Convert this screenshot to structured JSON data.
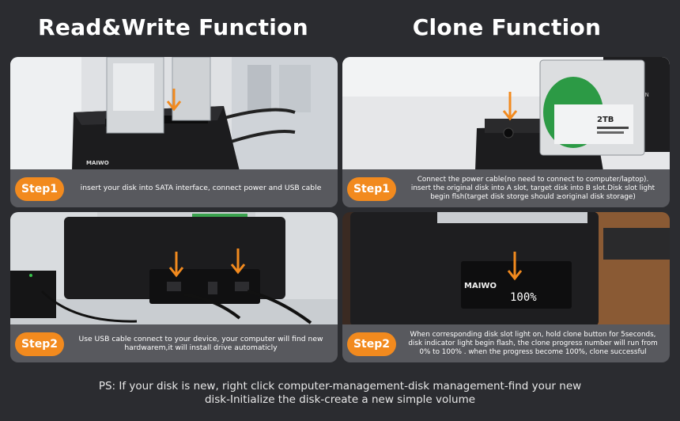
{
  "headings": {
    "left": "Read&Write Function",
    "right": "Clone Function"
  },
  "panels": [
    {
      "step": "Step1",
      "text": "insert your disk into SATA interface, connect power and USB cable"
    },
    {
      "step": "Step1",
      "text": "Connect the power cable(no need to connect to computer/laptop).\ninsert the original disk into A slot, target disk into B slot.Disk slot light\nbegin flsh(target disk storge should ≥original disk storage)"
    },
    {
      "step": "Step2",
      "text": "Use USB cable connect to your device, your computer will find new\nhardwarem,it will install drive automaticly"
    },
    {
      "step": "Step2",
      "text": "When corresponding disk slot light on, hold clone button for 5seconds,\ndisk indicator light begin flash, the clone progress number will run from\n0% to 100% . when the progress become 100%, clone successful"
    }
  ],
  "photo_labels": {
    "hdd_capacity": "2TB",
    "brand": "MAIWO",
    "display": "100%",
    "ironwolf": "IRON"
  },
  "ps": {
    "line1": "PS:  If your disk is new, right click computer-management-disk management-find your new",
    "line2": "disk-Initialize the disk-create a new simple volume"
  },
  "colors": {
    "background": "#2b2c30",
    "accent": "#f28a1e",
    "caption_bar": "#58595e",
    "dock": "#1c1c1e"
  }
}
